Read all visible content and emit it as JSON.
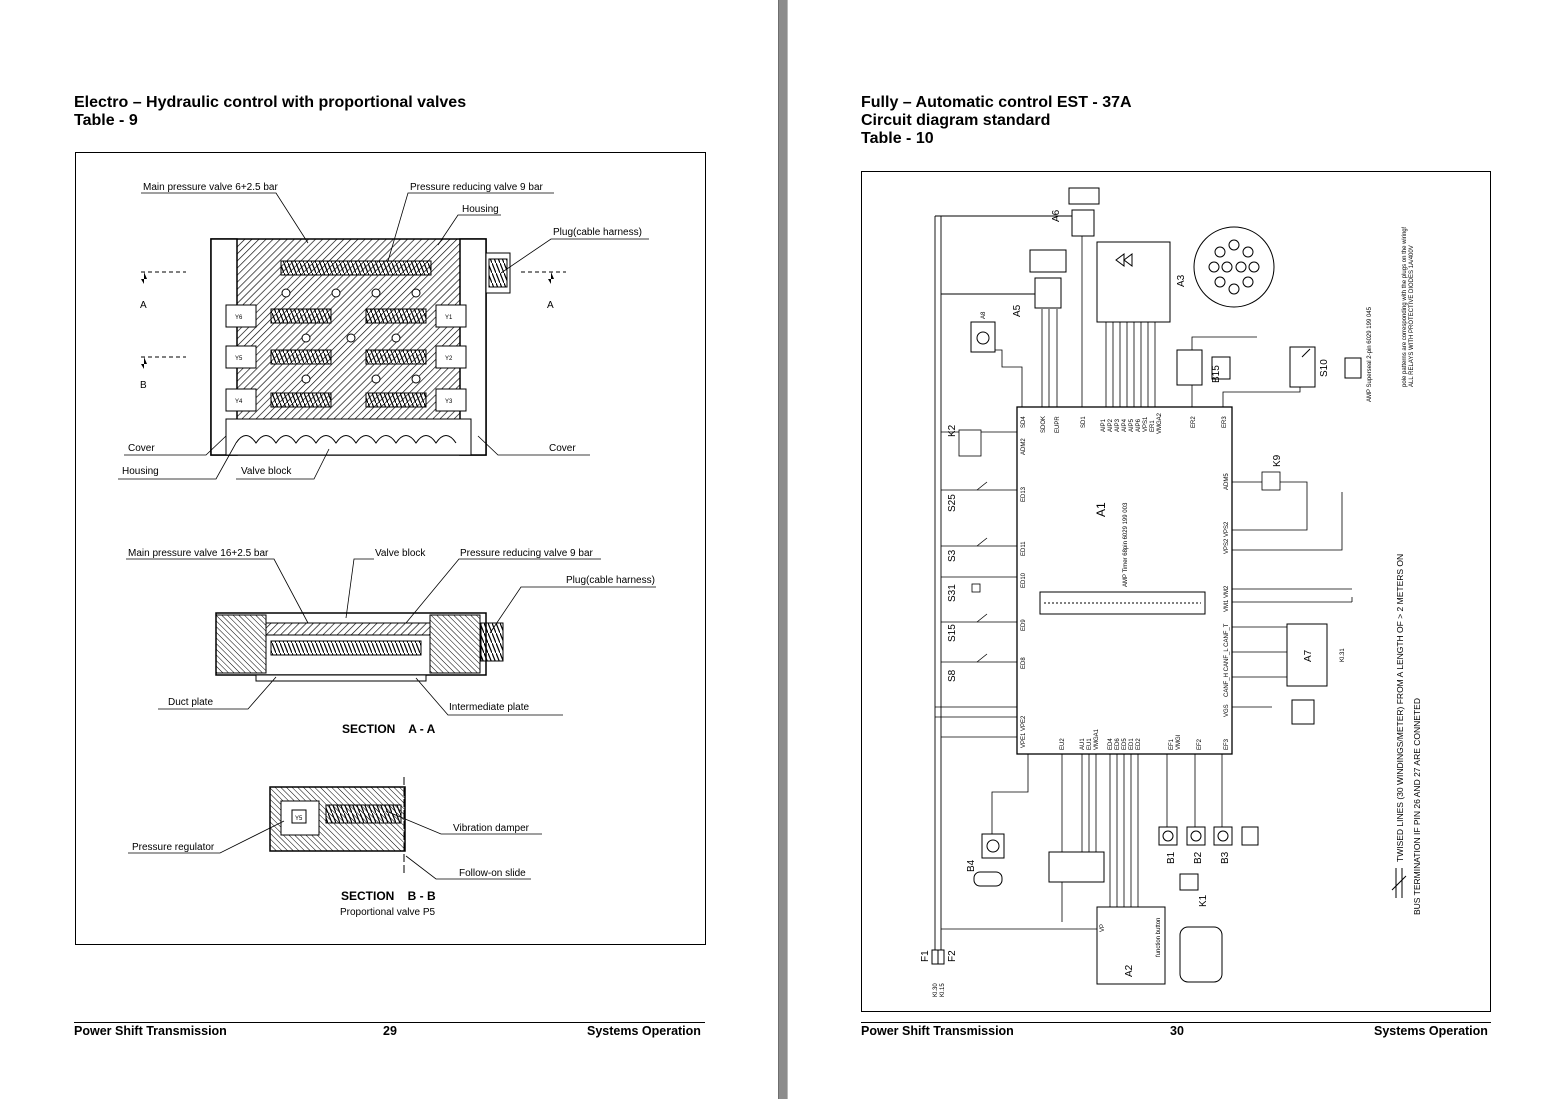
{
  "left_page": {
    "title_line1": "Electro – Hydraulic control with proportional valves",
    "title_line2": "Table - 9",
    "figure": {
      "labels": {
        "main_pressure_valve_top": "Main pressure valve 6+2.5 bar",
        "pressure_reducing_valve_top": "Pressure reducing valve 9 bar",
        "housing_top": "Housing",
        "plug_top": "Plug(cable harness)",
        "section_a_left": "A",
        "section_a_right": "A",
        "section_b_left": "B",
        "cover_left": "Cover",
        "cover_right": "Cover",
        "housing_bottom": "Housing",
        "valve_block_top": "Valve block",
        "valve_y6": "Y6",
        "valve_y5": "Y5",
        "valve_y4": "Y4",
        "valve_y1": "Y1",
        "valve_y2": "Y2",
        "valve_y3": "Y3",
        "main_pressure_valve_mid": "Main pressure valve 16+2.5 bar",
        "valve_block_mid": "Valve block",
        "pressure_reducing_valve_mid": "Pressure reducing valve 9 bar",
        "plug_mid": "Plug(cable harness)",
        "duct_plate": "Duct plate",
        "intermediate_plate": "Intermediate plate",
        "section_aa": "SECTION    A - A",
        "vibration_damper": "Vibration damper",
        "pressure_regulator": "Pressure regulator",
        "valve_y5_section": "Y5",
        "follow_on_slide": "Follow-on slide",
        "section_bb": "SECTION    B - B",
        "proportional_valve": "Proportional valve P5"
      }
    },
    "footer": {
      "left": "Power Shift Transmission",
      "center": "29",
      "right": "Systems Operation"
    }
  },
  "right_page": {
    "title_line1": "Fully – Automatic control EST - 37A",
    "title_line2": "Circuit diagram standard",
    "title_line3": "Table - 10",
    "figure": {
      "labels": {
        "a1": "A1",
        "a2": "A2",
        "a3": "A3",
        "a5": "A5",
        "a6": "A6",
        "a7": "A7",
        "a8": "A8",
        "b1": "B1",
        "b2": "B2",
        "b3": "B3",
        "b4": "B4",
        "b15": "B15",
        "k1": "K1",
        "k2": "K2",
        "k9": "K9",
        "s3": "S3",
        "s8": "S8",
        "s10": "S10",
        "s15": "S15",
        "s25": "S25",
        "s31": "S31",
        "f1": "F1",
        "f2": "F2",
        "note_twisted": "TWISED LINES (30 WINDINGS/METER) FROM A LENGTH OF > 2 METERS ON",
        "note_bus": "BUS TERMINATION IF PIN 26 AND 27 ARE CONNETED",
        "note_relays": "ALL RELAYS WITH PROTECTIVE DIODES 1A/400V",
        "note_plugs": "pole patterns are corresponding with the plugs on the wiring!",
        "amp_timer": "AMP Timer 68pin 6029 199 003",
        "kl30": "Kl.30",
        "kl15": "Kl.15",
        "kl31": "Kl.31",
        "function_button": "function button",
        "superseal": "AMP Superseal 2-pin 6029 199 045",
        "pin_sd4": "SD4",
        "pin_sdok": "SDOK",
        "pin_eupr": "EUPR",
        "pin_sd1": "SD1",
        "pin_aip1": "AIP1",
        "pin_aip2": "AIP2",
        "pin_aip3": "AIP3",
        "pin_aip4": "AIP4",
        "pin_aip5": "AIP5",
        "pin_aip6": "AIP6",
        "pin_vps1": "VPS1",
        "pin_er1": "ER1",
        "pin_vmga2": "VMGA2",
        "pin_er2": "ER2",
        "pin_er3": "ER3",
        "pin_adm2": "ADM2",
        "pin_ed13": "ED13",
        "pin_ed11": "ED11",
        "pin_ed10": "ED10",
        "pin_ed9": "ED9",
        "pin_ed8": "ED8",
        "pin_vpe1": "VPE1 VPE2",
        "pin_adm5": "ADM5",
        "pin_vps2": "VPS2 VPS2",
        "pin_vm": "VM1 VM2",
        "pin_canf": "CANF_H CANF_L CANF_T",
        "pin_vgs": "VGS",
        "pin_eu2": "EU2",
        "pin_au1": "AU1",
        "pin_eu1": "EU1",
        "pin_vmga1": "VMGA1",
        "pin_ed4": "ED4",
        "pin_ed6": "ED6",
        "pin_ed5": "ED5",
        "pin_ed1": "ED1",
        "pin_ed2": "ED2",
        "pin_ef1": "EF1",
        "pin_vmgi": "VMGI",
        "pin_ef2": "EF2",
        "pin_ef3": "EF3",
        "pin_vp": "VP"
      }
    },
    "footer": {
      "left": "Power Shift Transmission",
      "center": "30",
      "right": "Systems Operation"
    }
  },
  "colors": {
    "ink": "#000000",
    "paper": "#ffffff",
    "gutter": "#8c8c8c"
  }
}
